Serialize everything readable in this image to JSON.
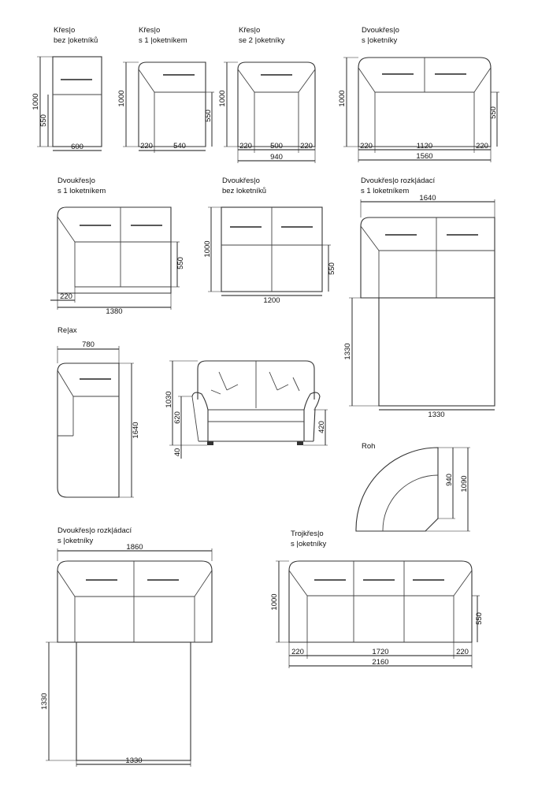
{
  "sheet": {
    "kreslo_bez": {
      "title": [
        "Křes|o",
        "bez |oketníků"
      ],
      "dims": {
        "height": "1000",
        "seat": "550",
        "width": "600"
      }
    },
    "kreslo_s1": {
      "title": [
        "Křes|o",
        "s 1 |oketníkem"
      ],
      "dims": {
        "height": "1000",
        "seat": "550",
        "arm": "220",
        "width": "540"
      }
    },
    "kreslo_s2": {
      "title": [
        "Křes|o",
        "se 2 |oketníky"
      ],
      "dims": {
        "height": "1000",
        "arm_left": "220",
        "width": "500",
        "arm_right": "220",
        "total": "940"
      }
    },
    "dvoukreslo_s_loketniky": {
      "title": [
        "Dvoukřes|o",
        "s |oketníky"
      ],
      "dims": {
        "height": "1000",
        "seat": "550",
        "arm_left": "220",
        "width": "1120",
        "arm_right": "220",
        "total": "1560"
      }
    },
    "dvoukreslo_s1": {
      "title": [
        "Dvoukřes|o",
        "s 1 loketníkem"
      ],
      "dims": {
        "seat": "550",
        "arm": "220",
        "total": "1380"
      }
    },
    "dvoukreslo_bez": {
      "title": [
        "Dvoukřes|o",
        "bez loketníků"
      ],
      "dims": {
        "height": "1000",
        "seat": "550",
        "width": "1200"
      }
    },
    "dvoukreslo_rozkladaci_s1": {
      "title": [
        "Dvoukřes|o rozk|ádací",
        "s 1 loketníkem"
      ],
      "dims": {
        "width": "1640",
        "bed_length": "1330",
        "bed_width": "1330"
      }
    },
    "relax": {
      "title": [
        "Re|ax"
      ],
      "dims": {
        "width": "780",
        "length": "1640"
      }
    },
    "front_view": {
      "dims": {
        "height": "1030",
        "back": "620",
        "legs": "40",
        "arm": "420"
      }
    },
    "roh": {
      "title": [
        "Roh"
      ],
      "dims": {
        "inner": "940",
        "outer": "1090"
      }
    },
    "dvoukreslo_rozkladaci_s_loketniky": {
      "title": [
        "Dvoukřes|o rozk|ádací",
        "s |oketníky"
      ],
      "dims": {
        "width": "1860",
        "bed_length": "1330",
        "bed_width": "1330"
      }
    },
    "trojkreslo": {
      "title": [
        "Trojkřes|o",
        "s |oketníky"
      ],
      "dims": {
        "height": "1000",
        "seat": "550",
        "arm_left": "220",
        "width": "1720",
        "arm_right": "220",
        "total": "2160"
      }
    }
  }
}
